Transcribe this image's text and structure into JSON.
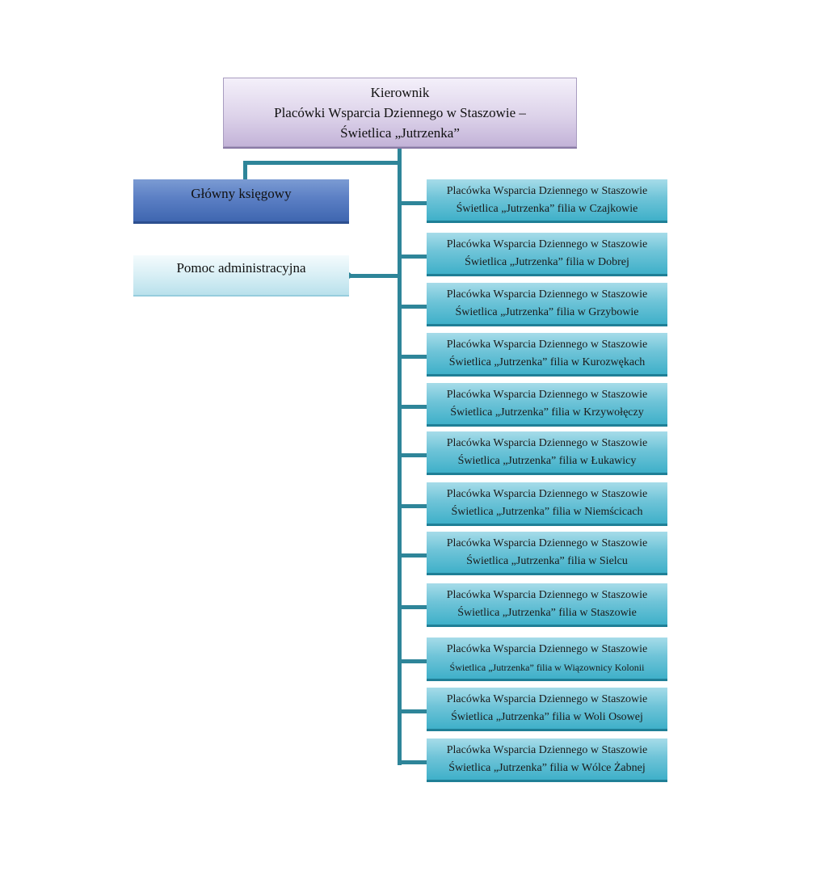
{
  "root": {
    "line1": "Kierownik",
    "line2": "Placówki Wsparcia Dziennego w Staszowie –",
    "line3": "Świetlica „Jutrzenka”"
  },
  "glowny_ksiegowy": "Główny księgowy",
  "pomoc_administracyjna": "Pomoc administracyjna",
  "branches": [
    {
      "line1": "Placówka Wsparcia Dziennego w Staszowie",
      "line2": "Świetlica „Jutrzenka” filia w Czajkowie"
    },
    {
      "line1": "Placówka Wsparcia Dziennego w Staszowie",
      "line2": "Świetlica „Jutrzenka” filia w Dobrej"
    },
    {
      "line1": "Placówka Wsparcia Dziennego w Staszowie",
      "line2": "Świetlica „Jutrzenka” filia w Grzybowie"
    },
    {
      "line1": "Placówka Wsparcia Dziennego w Staszowie",
      "line2": "Świetlica „Jutrzenka” filia w Kurozwękach"
    },
    {
      "line1": "Placówka Wsparcia Dziennego w Staszowie",
      "line2": "Świetlica „Jutrzenka” filia w Krzywołęczy"
    },
    {
      "line1": "Placówka Wsparcia Dziennego w Staszowie",
      "line2": "Świetlica „Jutrzenka” filia w Łukawicy"
    },
    {
      "line1": "Placówka Wsparcia Dziennego w Staszowie",
      "line2": "Świetlica „Jutrzenka” filia w Niemścicach"
    },
    {
      "line1": "Placówka Wsparcia Dziennego w Staszowie",
      "line2": "Świetlica „Jutrzenka” filia w Sielcu"
    },
    {
      "line1": "Placówka Wsparcia Dziennego w Staszowie",
      "line2": "Świetlica „Jutrzenka” filia w Staszowie"
    },
    {
      "line1": "Placówka Wsparcia Dziennego w Staszowie",
      "line2": "Świetlica „Jutrzenka” filia w Wiązownicy Kolonii"
    },
    {
      "line1": "Placówka Wsparcia Dziennego w Staszowie",
      "line2": "Świetlica „Jutrzenka” filia w Woli Osowej"
    },
    {
      "line1": "Placówka Wsparcia Dziennego w Staszowie",
      "line2": "Świetlica „Jutrzenka” filia w Wólce Żabnej"
    }
  ]
}
